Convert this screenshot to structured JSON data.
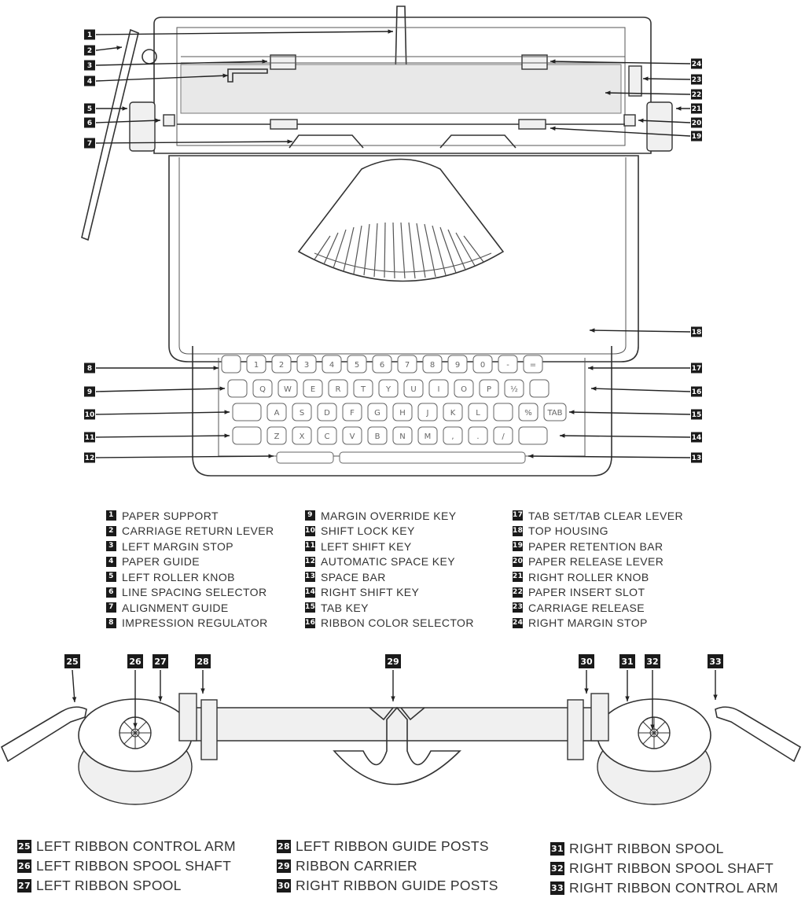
{
  "keyboard": {
    "row1": [
      "",
      "1",
      "2",
      "3",
      "4",
      "5",
      "6",
      "7",
      "8",
      "9",
      "0",
      "-",
      "="
    ],
    "row2": [
      "",
      "Q",
      "W",
      "E",
      "R",
      "T",
      "Y",
      "U",
      "I",
      "O",
      "P",
      "½",
      ""
    ],
    "row3": [
      "",
      "A",
      "S",
      "D",
      "F",
      "G",
      "H",
      "J",
      "K",
      "L",
      "",
      "%",
      "TAB"
    ],
    "row4": [
      "",
      "Z",
      "X",
      "C",
      "V",
      "B",
      "N",
      "M",
      ",",
      ".",
      "/",
      ""
    ]
  },
  "legend_top": {
    "col1": [
      {
        "num": "1",
        "label": "PAPER SUPPORT"
      },
      {
        "num": "2",
        "label": "CARRIAGE RETURN LEVER"
      },
      {
        "num": "3",
        "label": "LEFT MARGIN STOP"
      },
      {
        "num": "4",
        "label": "PAPER GUIDE"
      },
      {
        "num": "5",
        "label": "LEFT ROLLER KNOB"
      },
      {
        "num": "6",
        "label": "LINE SPACING SELECTOR"
      },
      {
        "num": "7",
        "label": "ALIGNMENT GUIDE"
      },
      {
        "num": "8",
        "label": "IMPRESSION REGULATOR"
      }
    ],
    "col2": [
      {
        "num": "9",
        "label": "MARGIN OVERRIDE KEY"
      },
      {
        "num": "10",
        "label": "SHIFT LOCK KEY"
      },
      {
        "num": "11",
        "label": "LEFT SHIFT KEY"
      },
      {
        "num": "12",
        "label": "AUTOMATIC SPACE KEY"
      },
      {
        "num": "13",
        "label": "SPACE BAR"
      },
      {
        "num": "14",
        "label": "RIGHT SHIFT KEY"
      },
      {
        "num": "15",
        "label": "TAB KEY"
      },
      {
        "num": "16",
        "label": "RIBBON COLOR SELECTOR"
      }
    ],
    "col3": [
      {
        "num": "17",
        "label": "TAB SET/TAB CLEAR LEVER"
      },
      {
        "num": "18",
        "label": "TOP HOUSING"
      },
      {
        "num": "19",
        "label": "PAPER RETENTION BAR"
      },
      {
        "num": "20",
        "label": "PAPER RELEASE LEVER"
      },
      {
        "num": "21",
        "label": "RIGHT ROLLER KNOB"
      },
      {
        "num": "22",
        "label": "PAPER INSERT SLOT"
      },
      {
        "num": "23",
        "label": "CARRIAGE RELEASE"
      },
      {
        "num": "24",
        "label": "RIGHT MARGIN STOP"
      }
    ]
  },
  "legend_bottom": {
    "col1": [
      {
        "num": "25",
        "label": "LEFT RIBBON CONTROL ARM"
      },
      {
        "num": "26",
        "label": "LEFT RIBBON SPOOL SHAFT"
      },
      {
        "num": "27",
        "label": "LEFT RIBBON SPOOL"
      }
    ],
    "col2": [
      {
        "num": "28",
        "label": "LEFT RIBBON GUIDE POSTS"
      },
      {
        "num": "29",
        "label": "RIBBON CARRIER"
      },
      {
        "num": "30",
        "label": "RIGHT RIBBON GUIDE POSTS"
      }
    ],
    "col3": [
      {
        "num": "31",
        "label": "RIGHT RIBBON SPOOL"
      },
      {
        "num": "32",
        "label": "RIGHT RIBBON SPOOL SHAFT"
      },
      {
        "num": "33",
        "label": "RIGHT RIBBON CONTROL ARM"
      }
    ]
  },
  "callouts_top": {
    "left": [
      "1",
      "2",
      "3",
      "4",
      "5",
      "6",
      "7",
      "8",
      "9",
      "10",
      "11",
      "12"
    ],
    "right": [
      "24",
      "23",
      "22",
      "21",
      "20",
      "19",
      "18",
      "17",
      "16",
      "15",
      "14",
      "13"
    ]
  },
  "callouts_bottom": [
    "25",
    "26",
    "27",
    "28",
    "29",
    "30",
    "31",
    "32",
    "33"
  ]
}
